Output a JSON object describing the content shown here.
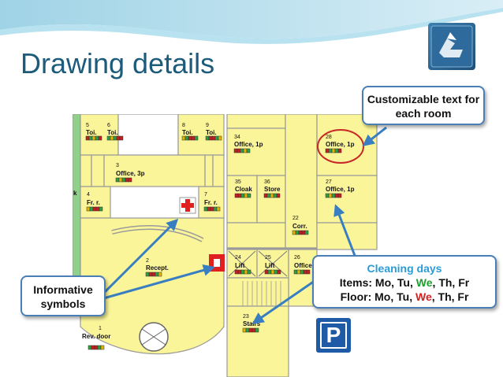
{
  "slide": {
    "title": "Drawing details",
    "logo_icon": "recycle-arrow-icon"
  },
  "rooms": [
    {
      "id": "r5",
      "number": "5",
      "name": "Toi."
    },
    {
      "id": "r6",
      "number": "6",
      "name": "Toi."
    },
    {
      "id": "r8",
      "number": "8",
      "name": "Toi."
    },
    {
      "id": "r9",
      "number": "9",
      "name": "Toi."
    },
    {
      "id": "r34",
      "number": "34",
      "name": "Office, 1p"
    },
    {
      "id": "r28",
      "number": "28",
      "name": "Office, 1p"
    },
    {
      "id": "r3",
      "number": "3",
      "name": "Office, 3p"
    },
    {
      "id": "r4",
      "number": "4",
      "name": "Fr. r."
    },
    {
      "id": "r7",
      "number": "7",
      "name": "Fr. r."
    },
    {
      "id": "r35",
      "number": "35",
      "name": "Cloak"
    },
    {
      "id": "r36",
      "number": "36",
      "name": "Store"
    },
    {
      "id": "r27",
      "number": "27",
      "name": "Office, 1p"
    },
    {
      "id": "r22",
      "number": "22",
      "name": "Corr."
    },
    {
      "id": "r2",
      "number": "2",
      "name": "Recept."
    },
    {
      "id": "r24",
      "number": "24",
      "name": "Lift"
    },
    {
      "id": "r25",
      "number": "25",
      "name": "Lift"
    },
    {
      "id": "r26",
      "number": "26",
      "name": "Office"
    },
    {
      "id": "r23",
      "number": "23",
      "name": "Stairs"
    },
    {
      "id": "r1",
      "number": "1",
      "name": "Rev. door"
    }
  ],
  "plan_fragment": {
    "edge_letter": "k"
  },
  "callouts": {
    "customizable": "Customizable text for each room",
    "informative": "Informative symbols",
    "cleaning_title": "Cleaning days",
    "items_label": "Items:",
    "floor_label": "Floor:",
    "days": [
      "Mo",
      "Tu",
      "We",
      "Th",
      "Fr"
    ],
    "highlight_day_items_color": "#1e9e2e",
    "highlight_day_floor_color": "#d42020"
  },
  "symbols": {
    "first_aid": "first-aid-icon",
    "fire_extinguisher": "fire-extinguisher-icon",
    "parking": "P"
  },
  "colors": {
    "accent": "#1d5b7a",
    "floor_fill": "#fbf59a",
    "wall": "#9a9a9a",
    "callout_border": "#4a7fb5",
    "cleaning_title": "#2a9bd6",
    "arrow": "#3a7ec2",
    "highlight_ring": "#c62828"
  }
}
